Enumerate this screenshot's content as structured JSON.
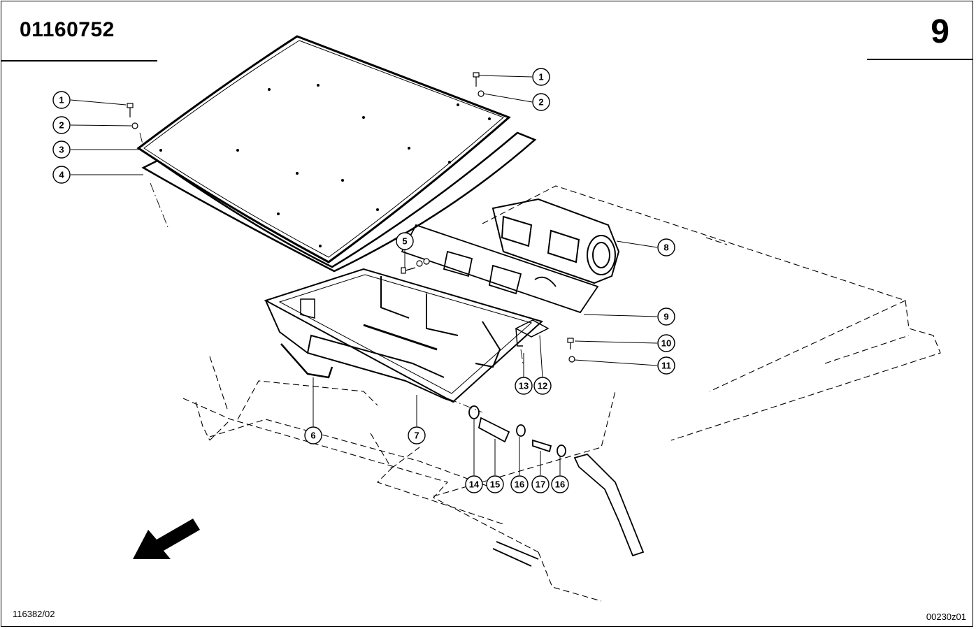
{
  "header": {
    "part_number": "01160752",
    "page_number": "9"
  },
  "footer": {
    "left_ref": "116382/02",
    "right_ref": "00230z01"
  },
  "callouts": [
    "1",
    "2",
    "3",
    "4",
    "1",
    "2",
    "5",
    "8",
    "9",
    "10",
    "11",
    "13",
    "12",
    "6",
    "7",
    "14",
    "15",
    "16",
    "17",
    "16"
  ]
}
